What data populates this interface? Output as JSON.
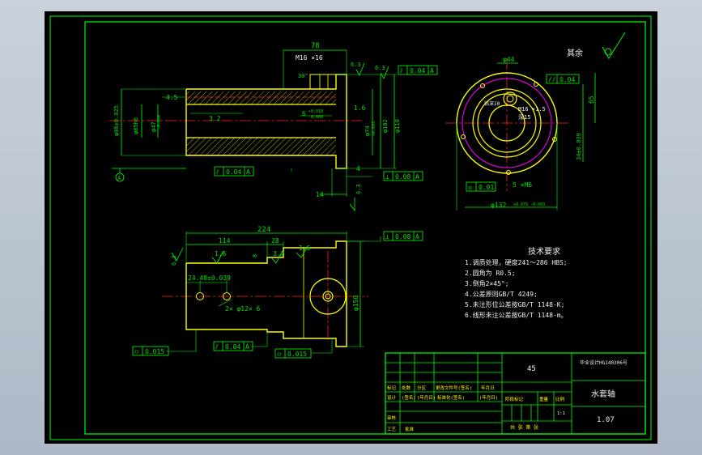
{
  "colors": {
    "background": "#000000",
    "border": "#00ff00",
    "outline": "#ffff00",
    "dimension": "#00ff00",
    "center": "#ff2020",
    "hatch": "#ffff00",
    "circle_magenta": "#ff00ff",
    "text": "#ffffff"
  },
  "front_view": {
    "dims": {
      "d78": "78",
      "m16x16": "M16 ×16",
      "r63a": "6.3",
      "r63b": "6.3",
      "angle30": "30°",
      "d45": "4.5",
      "d32": "3.2",
      "d16": "1.6",
      "tol6": "6",
      "tol6sup": "+0.018",
      "tol6sub": "-0.000",
      "phi98": "φ98±0.025",
      "phi85": "φ85h6",
      "phi47": "φ47",
      "phi47tol": "-0.020",
      "phi74": "φ74",
      "phi74tol": "+0.039",
      "phi102": "φ102",
      "phi110": "φ110",
      "d4": "4",
      "d14": "14",
      "r63c": "6.3"
    },
    "datum": "A",
    "fcf_top": {
      "sym": "⫽",
      "val": "0.04",
      "datum": "A"
    },
    "fcf_bottom": {
      "sym": "⫽",
      "val": "0.04",
      "datum": "A"
    },
    "fcf_right": {
      "sym": "⊥",
      "val": "0.08",
      "datum": "A"
    }
  },
  "side_view": {
    "d44": "φ44",
    "fcf": {
      "sym": "//",
      "val": "0.04"
    },
    "d65": "65",
    "m16": "M16 ×1.5",
    "m16b": "深15",
    "depth": "钻深10",
    "t34": "34±0.039",
    "holes": "5 ×M6",
    "fcf_bottom": {
      "sym": "◎",
      "val": "0.01"
    },
    "phi132": "φ132",
    "phi132tol": "+0.079 -0.003"
  },
  "rest": {
    "label": "其余"
  },
  "bottom_view": {
    "d224": "224",
    "d114": "114",
    "d28": "28",
    "d32": "3.2",
    "d16a": "1.6",
    "d16b": "1.6",
    "d63": "6.3",
    "d8": "8",
    "d2448": "24.48±0.039",
    "holes": "2× φ12× 6",
    "phi150": "φ150",
    "fcf_top": {
      "sym": "⊥",
      "val": "0.08",
      "datum": "A"
    },
    "fcf_left": {
      "sym": "⌭",
      "val": "0.015"
    },
    "fcf_mid": {
      "sym": "⫽",
      "val": "0.04",
      "datum": "A"
    },
    "fcf_right": {
      "sym": "⌭",
      "val": "0.015"
    }
  },
  "tech": {
    "title": "技术要求",
    "lines": [
      "1.调质处理，硬度241～286 HBS;",
      "2.圆角为        R0.5;",
      "3.倒角2×45°;",
      "4.公差原则GB/T   4249;",
      "5.未注形位公差按GB/T  1148-K;",
      "6.线形未注公差按GB/T  1148-m。"
    ]
  },
  "title_block": {
    "material": "45",
    "code": "毕业设计HG140306号",
    "part_name": "水套轴",
    "scale": "1.07",
    "cols": [
      "标记",
      "处数",
      "分区",
      "更改文件号(签名)",
      "年月日"
    ],
    "row2": [
      "设计",
      "(签名)",
      "(年月日)",
      "标准化(签名)",
      "(年月日)"
    ],
    "row3": [
      "审核"
    ],
    "row4": [
      "工艺",
      "批准"
    ],
    "stage": "阶段标记",
    "weight": "重量",
    "ratio": "比例",
    "sheet": "共   张   第   张",
    "small": "1:1"
  }
}
